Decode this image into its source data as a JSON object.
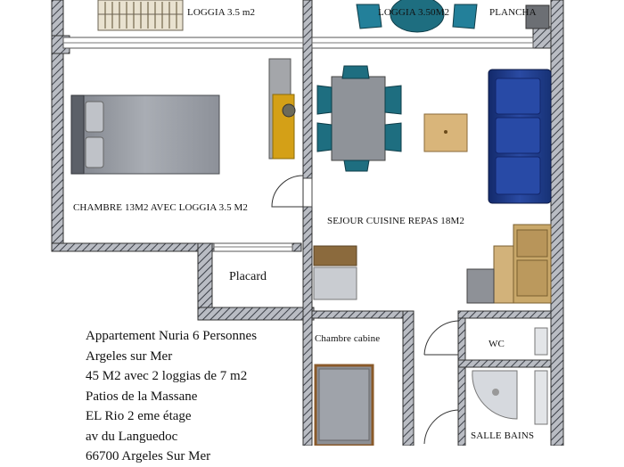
{
  "rooms": {
    "loggia_left": "LOGGIA 3.5 m2",
    "loggia_right": "LOGGIA 3.50M2",
    "plancha": "PLANCHA",
    "chambre": "CHAMBRE 13M2 AVEC LOGGIA 3.5 M2",
    "sejour": "SEJOUR  CUISINE REPAS 18M2",
    "placard": "Placard",
    "chambre_cabine": "Chambre cabine",
    "wc": "WC",
    "salle_bains": "SALLE BAINS"
  },
  "info_lines": [
    "Appartement Nuria  6 Personnes",
    "Argeles sur Mer",
    "45 M2 avec 2 loggias de 7 m2",
    "Patios de la Massane",
    "EL Rio 2 eme étage",
    "av du Languedoc",
    "66700 Argeles Sur Mer"
  ],
  "colors": {
    "wall": "#8a8f99",
    "hatch": "#3b3f47",
    "bed": "#9a9ea6",
    "sofa": "#1f3c8c",
    "teal_chair": "#1e6e80",
    "wood": "#c9a86a",
    "mustard": "#d4a017"
  }
}
